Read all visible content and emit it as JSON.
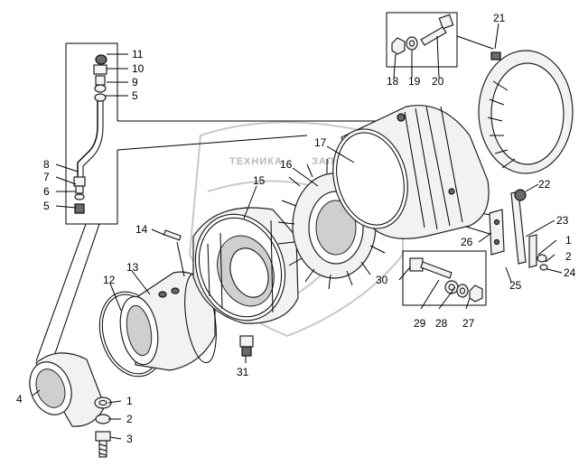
{
  "watermark": {
    "word1": "ТЕХНИКА",
    "word2": "ЗАПЧАСТИ"
  },
  "callouts": {
    "c1_top": "1",
    "c2_top": "2",
    "c3": "3",
    "c4": "4",
    "c5_upper": "5",
    "c5_lower": "5",
    "c6": "6",
    "c7": "7",
    "c8": "8",
    "c9": "9",
    "c10": "10",
    "c11": "11",
    "c12": "12",
    "c13": "13",
    "c14": "14",
    "c15": "15",
    "c16": "16",
    "c17": "17",
    "c18": "18",
    "c19": "19",
    "c20": "20",
    "c21": "21",
    "c22": "22",
    "c23": "23",
    "c1_right": "1",
    "c2_right": "2",
    "c24": "24",
    "c25": "25",
    "c26": "26",
    "c27": "27",
    "c28": "28",
    "c29": "29",
    "c30": "30",
    "c31": "31"
  }
}
